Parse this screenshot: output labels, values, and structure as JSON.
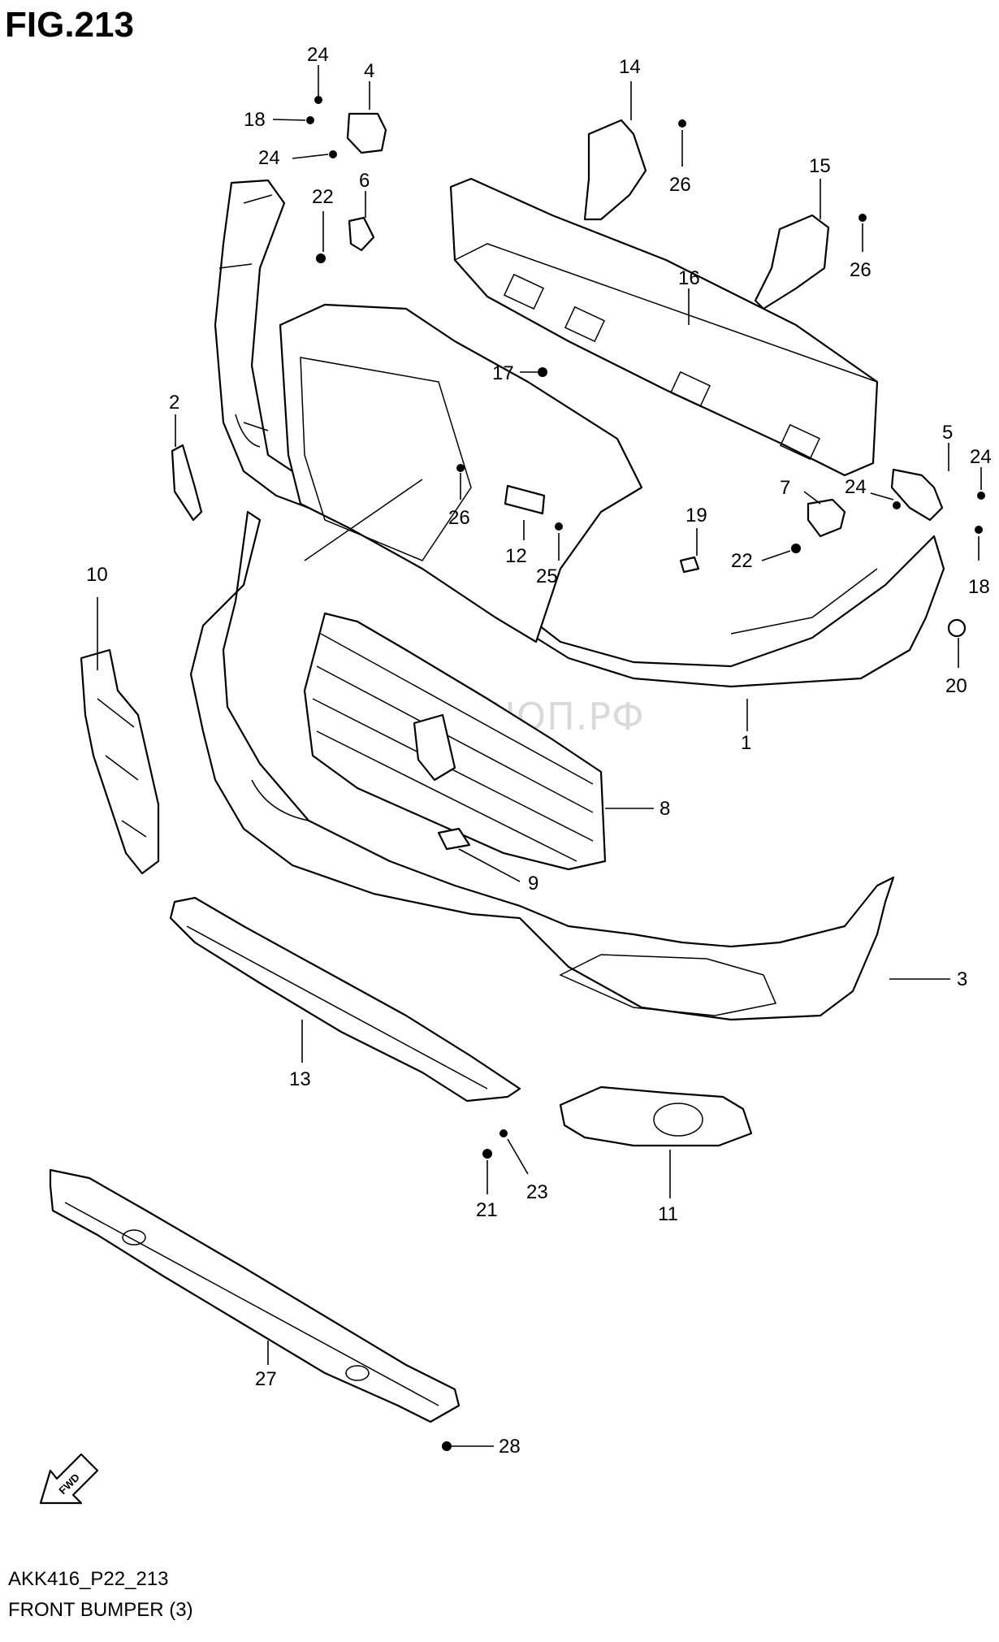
{
  "figure": {
    "title": "FIG.213",
    "code": "AKK416_P22_213",
    "name": "FRONT BUMPER (3)",
    "watermark": "СУЗУКИШОП.РФ",
    "fwd_label": "FWD"
  },
  "callouts": {
    "c1": "1",
    "c2": "2",
    "c3": "3",
    "c4": "4",
    "c5": "5",
    "c6": "6",
    "c7": "7",
    "c8": "8",
    "c9": "9",
    "c10": "10",
    "c11": "11",
    "c12": "12",
    "c13": "13",
    "c14": "14",
    "c15": "15",
    "c16": "16",
    "c17": "17",
    "c18a": "18",
    "c18b": "18",
    "c19": "19",
    "c20": "20",
    "c21": "21",
    "c22a": "22",
    "c22b": "22",
    "c23": "23",
    "c24a": "24",
    "c24b": "24",
    "c24c": "24",
    "c24d": "24",
    "c25": "25",
    "c26a": "26",
    "c26b": "26",
    "c26c": "26",
    "c27": "27",
    "c28": "28"
  }
}
